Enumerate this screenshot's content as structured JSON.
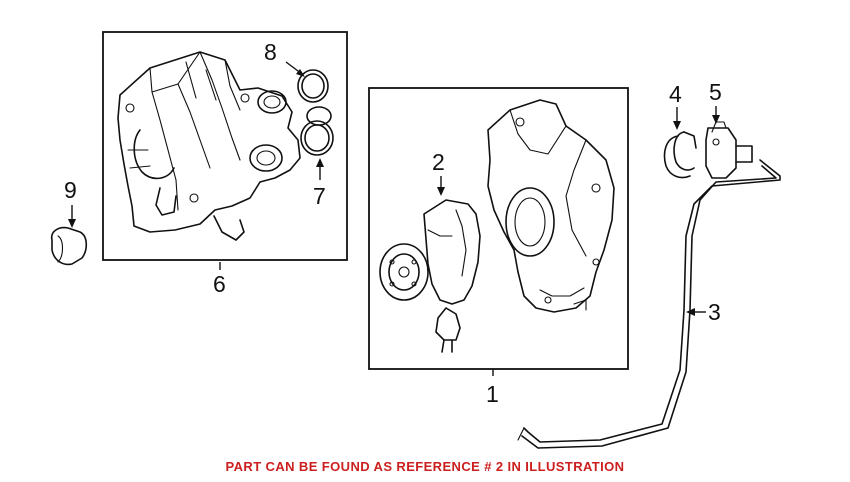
{
  "callouts": {
    "c1": "1",
    "c2": "2",
    "c3": "3",
    "c4": "4",
    "c5": "5",
    "c6": "6",
    "c7": "7",
    "c8": "8",
    "c9": "9"
  },
  "caption": {
    "text": "PART CAN BE FOUND AS REFERENCE # 2 IN ILLUSTRATION",
    "color": "#cc1f1f"
  },
  "colors": {
    "line": "#111111",
    "background": "#ffffff"
  }
}
